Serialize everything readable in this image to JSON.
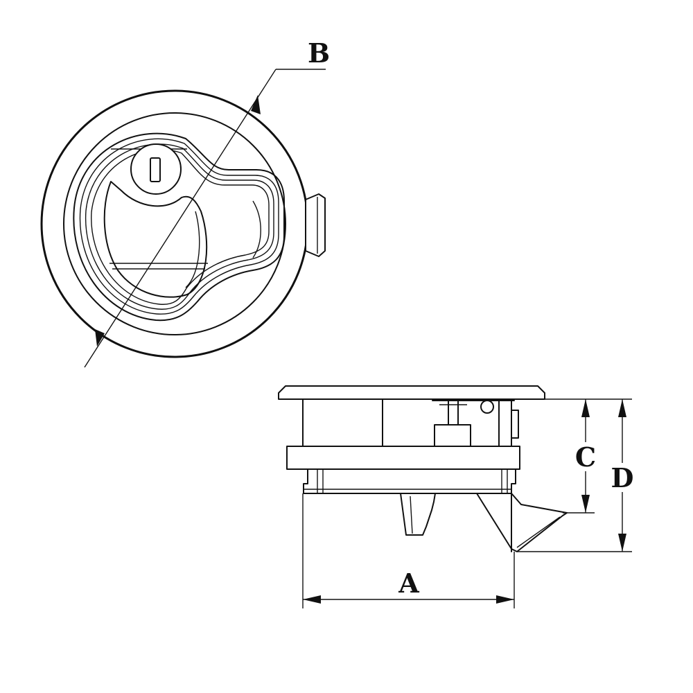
{
  "dimensions": {
    "a": {
      "label": "A"
    },
    "b": {
      "label": "B"
    },
    "c": {
      "label": "C"
    },
    "d": {
      "label": "D"
    }
  },
  "views": {
    "top": {
      "icon": "round-flush-latch-top-view"
    },
    "side": {
      "icon": "round-flush-latch-side-view"
    }
  }
}
